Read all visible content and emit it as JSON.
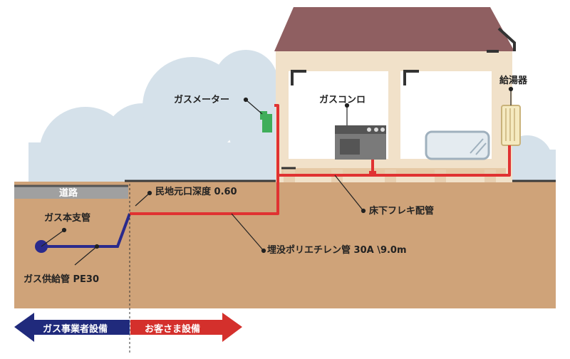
{
  "labels": {
    "road": "道路",
    "main_pipe": "ガス本支管",
    "supply_pipe": "ガス供給管 PE30",
    "private_depth": "民地元口深度 0.60",
    "buried_pipe": "埋没ポリエチレン管 30A \\9.0m",
    "underfloor": "床下フレキ配管",
    "gas_meter": "ガスメーター",
    "gas_stove": "ガスコンロ",
    "water_heater": "給湯器"
  },
  "arrows": {
    "company": "ガス事業者設備",
    "customer": "お客さま設備"
  },
  "colors": {
    "roof": "#8f5f61",
    "wall": "#f1e1c9",
    "ground": "#cfa379",
    "sky": "#d5e1ea",
    "gas_company_pipe": "#2a2a8c",
    "customer_pipe": "#e03232",
    "meter": "#3fae5a",
    "company_arrow": "#202a7c",
    "customer_arrow": "#d4302c"
  }
}
